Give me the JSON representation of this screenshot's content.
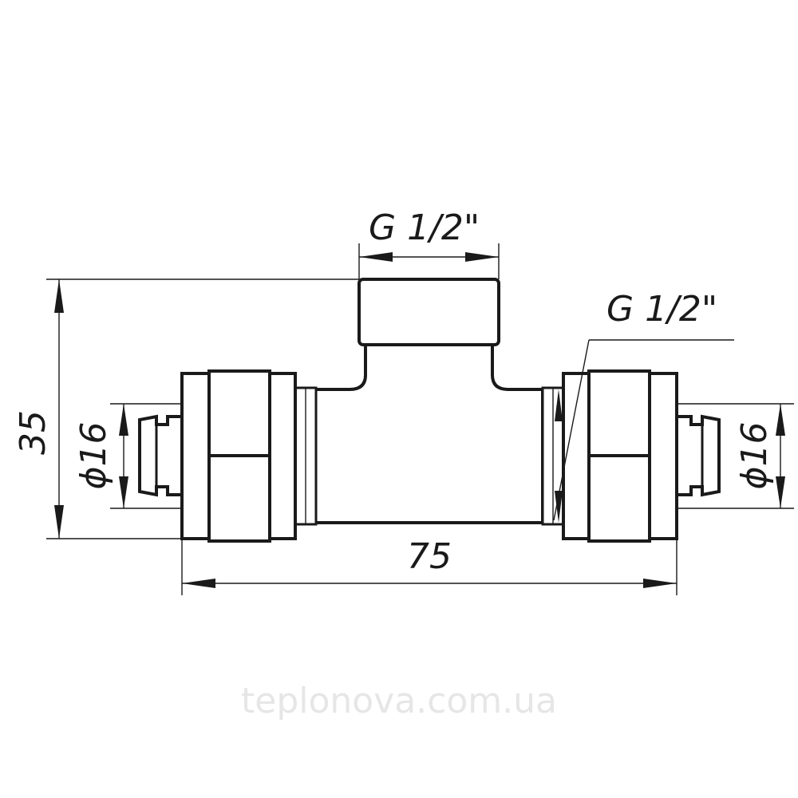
{
  "dimensions": {
    "top_thread": "G 1/2\"",
    "side_thread": "G 1/2\"",
    "height": "35",
    "left_diameter": "ϕ16",
    "right_diameter": "ϕ16",
    "length": "75"
  },
  "watermark": "teplonova.com.ua"
}
